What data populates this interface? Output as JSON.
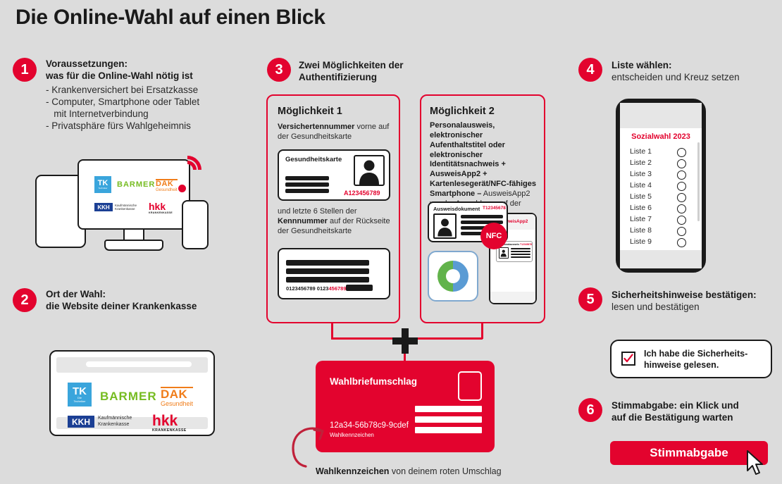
{
  "title": "Die Online-Wahl auf einen Blick",
  "colors": {
    "red": "#e3032e",
    "background": "#dcdcdc",
    "dark": "#1a1a1a"
  },
  "steps": {
    "one": {
      "number": "1",
      "heading_line1": "Voraussetzungen:",
      "heading_line2": "was für die Online-Wahl nötig ist",
      "bullets": [
        "- Krankenversichert bei Ersatzkasse",
        "- Computer, Smartphone oder Tablet",
        "   mit Internetverbindung",
        "- Privatsphäre fürs Wahlgeheimnis"
      ]
    },
    "two": {
      "number": "2",
      "heading_line1": "Ort der Wahl:",
      "heading_line2": "die Website deiner Krankenkasse"
    },
    "three": {
      "number": "3",
      "heading_line1": "Zwei Möglichkeiten der",
      "heading_line2": "Authentifizierung",
      "option1": {
        "title": "Möglichkeit 1",
        "lead_bold": "Versichertennummer",
        "lead_rest": " vorne auf der Gesundheitskarte",
        "card_front_label": "Gesundheitskarte",
        "card_front_number": "A123456789",
        "mid_text_1": "und letzte 6 Stellen der ",
        "mid_text_bold": "Kennnummer",
        "mid_text_2": " auf der Rückseite der Gesundheitskarte",
        "card_back_number_black": "0123456789 0123",
        "card_back_number_red": "456789"
      },
      "option2": {
        "title": "Möglichkeit 2",
        "body_bold": "Personalausweis, elektronischer Aufenthaltstitel oder elektronischer Identitätsnachweis + AusweisApp2 + Kartenlesegerät/NFC-fähiges Smartphone –",
        "body_rest": " AusweisApp2 vor der Anmeldung auf der Website starten",
        "id_label": "Ausweisdokument",
        "id_number": "T12345678",
        "nfc_label": "NFC",
        "app_label": "AusweisApp2",
        "app_card_label": "Personalausweis",
        "app_card_number": "T12345678"
      }
    },
    "four": {
      "number": "4",
      "heading_line1": "Liste wählen:",
      "heading_line2": "entscheiden und Kreuz setzen",
      "phone": {
        "screen_title": "Sozialwahl 2023",
        "lists": [
          "Liste 1",
          "Liste 2",
          "Liste 3",
          "Liste 4",
          "Liste 5",
          "Liste 6",
          "Liste 7",
          "Liste 8",
          "Liste 9"
        ]
      }
    },
    "five": {
      "number": "5",
      "heading_line1": "Sicherheitshinweise bestätigen:",
      "heading_line2": "lesen und bestätigen",
      "consent_line1": "Ich habe die Sicherheits-",
      "consent_line2": "hinweise gelesen.",
      "consent_checked": true
    },
    "six": {
      "number": "6",
      "heading_line1": "Stimmabgabe: ein Klick und",
      "heading_line2": "auf die Bestätigung warten",
      "button_label": "Stimmabgabe"
    }
  },
  "envelope": {
    "title": "Wahlbriefumschlag",
    "code": "12a34-56b78c9-9cdef",
    "code_label": "Wahlkennzeichen",
    "caption_bold": "Wahlkennzeichen",
    "caption_rest": " von deinem roten Umschlag"
  },
  "logos": {
    "tk": {
      "mark": "TK",
      "sub1": "Die",
      "sub2": "Techniker"
    },
    "barmer": "BARMER",
    "dak": {
      "main": "DAK",
      "sub": "Gesundheit"
    },
    "kkh": {
      "mark": "KKH",
      "line1": "Kaufmännische",
      "line2": "Krankenkasse"
    },
    "hkk": {
      "main": "hkk",
      "sub": "KRANKENKASSE"
    }
  }
}
